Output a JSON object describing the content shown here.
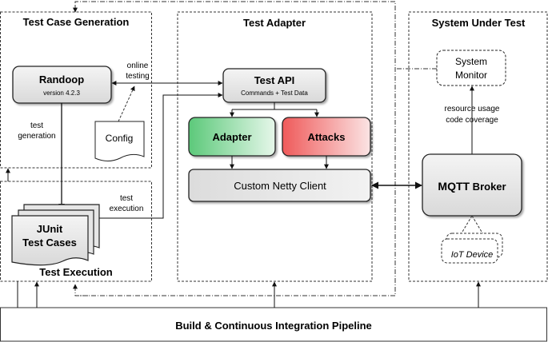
{
  "panels": {
    "test_case_generation": "Test Case Generation",
    "test_adapter": "Test Adapter",
    "system_under_test": "System Under Test",
    "test_execution": "Test Execution",
    "pipeline": "Build & Continuous Integration Pipeline"
  },
  "nodes": {
    "randoop_title": "Randoop",
    "randoop_version": "version 4.2.3",
    "config": "Config",
    "junit_line1": "JUnit",
    "junit_line2": "Test Cases",
    "test_api_title": "Test API",
    "test_api_sub": "Commands + Test Data",
    "adapter": "Adapter",
    "attacks": "Attacks",
    "netty": "Custom Netty Client",
    "system_monitor_line1": "System",
    "system_monitor_line2": "Monitor",
    "mqtt_bold": "MQTT",
    "mqtt_rest": " Broker",
    "iot_device": "IoT Device"
  },
  "edge_labels": {
    "online_line1": "online",
    "online_line2": "testing",
    "test_gen_line1": "test",
    "test_gen_line2": "generation",
    "test_exec_line1": "test",
    "test_exec_line2": "execution",
    "resource_line1": "resource usage",
    "resource_line2": "code coverage"
  },
  "colors": {
    "adapter_green": "#6fd08a",
    "attacks_red": "#f06868",
    "box_gray": "#e6e6e6"
  }
}
